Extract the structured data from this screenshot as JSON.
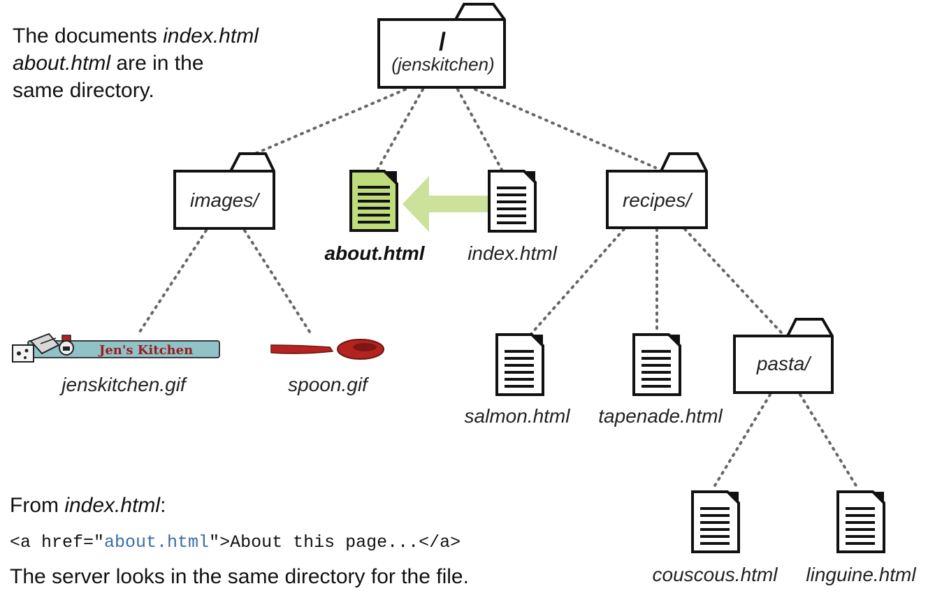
{
  "intro": {
    "line1_pre": "The documents ",
    "line1_em": "index.html",
    "line2_em": "about.html",
    "line2_post": " are in the",
    "line3": "same directory."
  },
  "footer": {
    "from_pre": "From ",
    "from_em": "index.html",
    "from_post": ":",
    "code_pre": "<a href=\"",
    "code_link": "about.html",
    "code_post": "\">About this page...</a>",
    "server_note": "The server looks in the same directory for the file."
  },
  "tree": {
    "root_name": "/",
    "root_sub": "(jenskitchen)",
    "images_folder": "images/",
    "recipes_folder": "recipes/",
    "pasta_folder": "pasta/",
    "about_file": "about.html",
    "index_file": "index.html",
    "jk_gif": "jenskitchen.gif",
    "spoon_gif": "spoon.gif",
    "salmon_file": "salmon.html",
    "tapenade_file": "tapenade.html",
    "couscous_file": "couscous.html",
    "linguine_file": "linguine.html",
    "logo_text": "Jen's Kitchen"
  },
  "colors": {
    "highlight_file": "#bfdc7a",
    "arrow": "#cce29a",
    "link_code": "#3a6ea5",
    "spoon": "#b3231f",
    "logo_banner": "#8fc3c8"
  }
}
